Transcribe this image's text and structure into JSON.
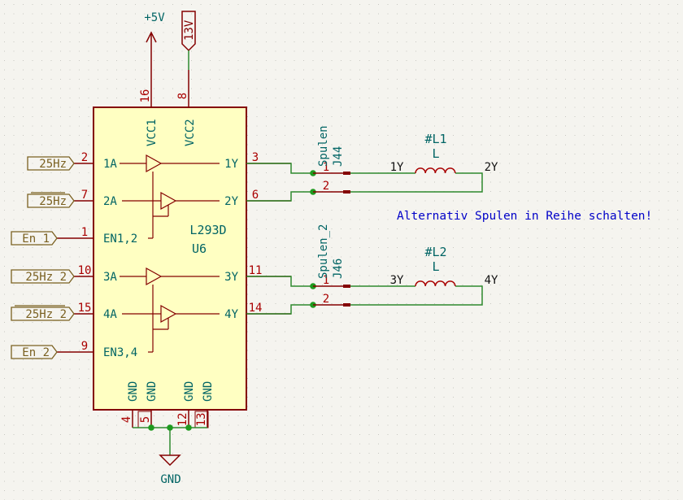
{
  "colors": {
    "background": "#f5f4ef",
    "grid": "#c8c8c2",
    "wire": "#2f8a2f",
    "junction": "#1f9a1f",
    "chip_outline": "#840000",
    "chip_fill": "#ffffc2",
    "pin": "#840000",
    "pin_number": "#a90000",
    "pin_name": "#006464",
    "ref_text": "#006464",
    "net_label": "#111111",
    "power_symbol": "#840000",
    "global_label": "#7a6020",
    "power_text": "#006464",
    "inductor": "#a90000",
    "connector_pin": "#840000",
    "note_text": "#0000c8"
  },
  "ic": {
    "part": "L293D",
    "ref": "U6",
    "left_pins": [
      {
        "number": "2",
        "name": "1A"
      },
      {
        "number": "7",
        "name": "2A"
      },
      {
        "number": "1",
        "name": "EN1,2"
      },
      {
        "number": "10",
        "name": "3A"
      },
      {
        "number": "15",
        "name": "4A"
      },
      {
        "number": "9",
        "name": "EN3,4"
      }
    ],
    "right_pins": [
      {
        "number": "3",
        "name": "1Y"
      },
      {
        "number": "6",
        "name": "2Y"
      },
      {
        "number": "11",
        "name": "3Y"
      },
      {
        "number": "14",
        "name": "4Y"
      }
    ],
    "top_pins": [
      {
        "number": "16",
        "name": "VCC1"
      },
      {
        "number": "8",
        "name": "VCC2"
      }
    ],
    "bottom_pins": [
      {
        "number": "4",
        "name": "GND"
      },
      {
        "number": "5",
        "name": "GND"
      },
      {
        "number": "12",
        "name": "GND"
      },
      {
        "number": "13",
        "name": "GND"
      }
    ]
  },
  "global_labels": [
    {
      "text": "25Hz",
      "overbar": false
    },
    {
      "text": "25Hz",
      "overbar": true
    },
    {
      "text": "En_1",
      "overbar": false
    },
    {
      "text": "25Hz_2",
      "overbar": false
    },
    {
      "text": "25Hz_2",
      "overbar": true
    },
    {
      "text": "En_2",
      "overbar": false
    }
  ],
  "power": {
    "vcc_label": "+5V",
    "vcc2_label": "13V",
    "gnd_label": "GND"
  },
  "connectors": [
    {
      "name": "Spulen",
      "ref": "J44",
      "pins": [
        "1",
        "2"
      ]
    },
    {
      "name": "Spulen_2",
      "ref": "J46",
      "pins": [
        "1",
        "2"
      ]
    }
  ],
  "inductors": [
    {
      "ref": "#L1",
      "value": "L",
      "net_left": "1Y",
      "net_right": "2Y"
    },
    {
      "ref": "#L2",
      "value": "L",
      "net_left": "3Y",
      "net_right": "4Y"
    }
  ],
  "note": "Alternativ Spulen in Reihe schalten!"
}
